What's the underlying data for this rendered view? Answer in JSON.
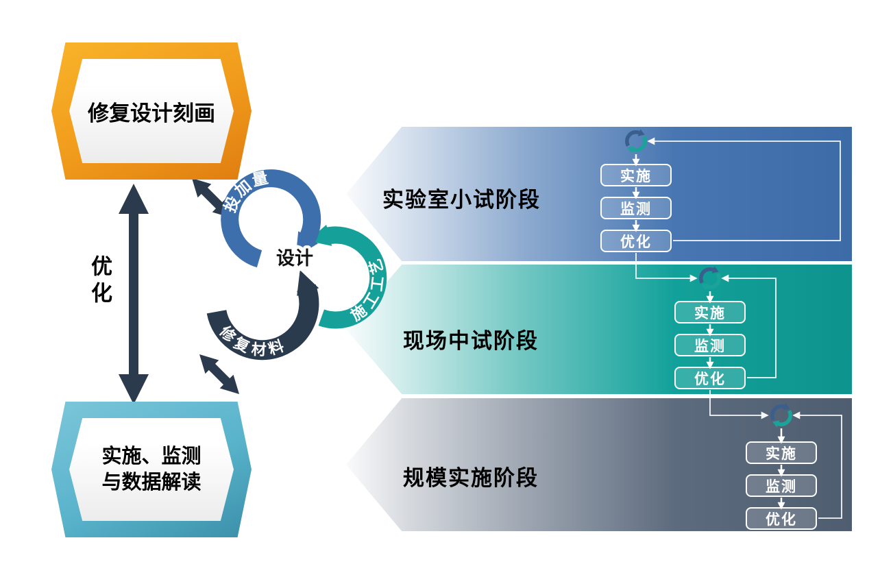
{
  "hex_top": {
    "label": "修复设计刻画"
  },
  "hex_bottom": {
    "line1": "实施、监测",
    "line2": "与数据解读"
  },
  "optimize_label": "优化",
  "cycle": {
    "center": "设计",
    "arc_dosage": "投加量",
    "arc_process": "施工工艺",
    "arc_material": "修复材料"
  },
  "stages": [
    {
      "title": "实验室小试阶段",
      "steps": [
        "实施",
        "监测",
        "优化"
      ],
      "color": "#4273b0"
    },
    {
      "title": "现场中试阶段",
      "steps": [
        "实施",
        "监测",
        "优化"
      ],
      "color": "#12a19a"
    },
    {
      "title": "规模实施阶段",
      "steps": [
        "实施",
        "监测",
        "优化"
      ],
      "color": "#5d6b7e"
    }
  ],
  "colors": {
    "arc_dosage": "#3e6fad",
    "arc_process": "#16a09a",
    "arc_material": "#2b3b4e",
    "dark_arrow": "#2b3a4d",
    "hex_top": "#f09a1b",
    "hex_bottom": "#58b3cb"
  }
}
